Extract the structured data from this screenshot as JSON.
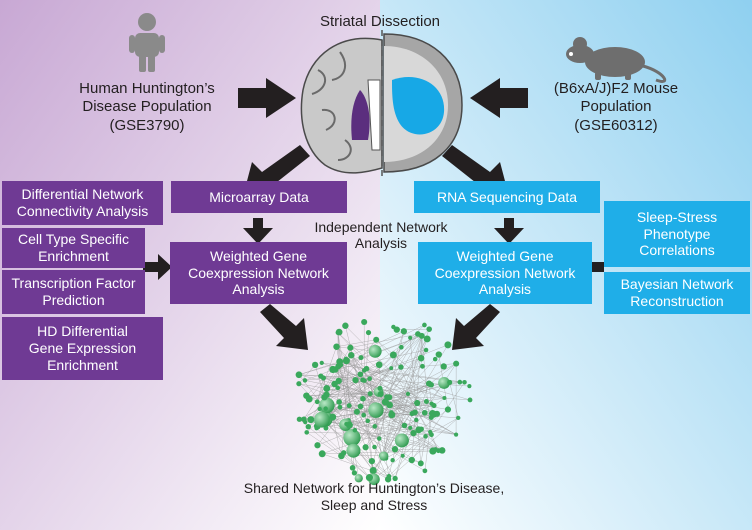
{
  "title": "Striatal Dissection",
  "human": {
    "label": "Human Huntington’s\nDisease Population\n(GSE3790)",
    "icon": "person-icon"
  },
  "mouse": {
    "label": "(B6xA/J)F2 Mouse\nPopulation\n(GSE60312)",
    "icon": "mouse-icon"
  },
  "left_data": "Microarray Data",
  "right_data": "RNA Sequencing Data",
  "independent": "Independent Network\nAnalysis",
  "left_wgcna": "Weighted Gene\nCoexpression Network\nAnalysis",
  "right_wgcna": "Weighted Gene\nCoexpression Network\nAnalysis",
  "left_analyses": [
    "Differential Network\nConnectivity Analysis",
    "Cell Type Specific\nEnrichment",
    "Transcription Factor\nPrediction",
    "HD Differential\nGene Expression\nEnrichment"
  ],
  "right_analyses": [
    "Sleep-Stress\nPhenotype\nCorrelations",
    "Bayesian Network\nReconstruction"
  ],
  "shared": "Shared Network for Huntington’s Disease,\nSleep and Stress",
  "colors": {
    "purple": "#6f3a94",
    "blue": "#1faee8",
    "node_green": "#3aa85c",
    "arrow": "#231f20"
  }
}
